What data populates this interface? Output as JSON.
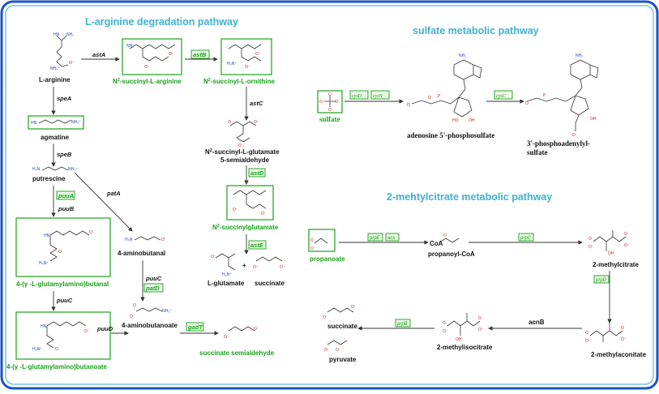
{
  "titles": {
    "arginine": "L-arginine degradation pathway",
    "sulfate": "sulfate metabolic pathway",
    "methylcitrate": "2-mehtylcitrate metabolic pathway"
  },
  "arginine": {
    "l_arginine": "L-arginine",
    "succinyl_arginine_prefix": "N",
    "succinyl_arginine_sup": "2",
    "succinyl_arginine_suffix": "-succinyl-L-arginine",
    "succinyl_ornithine_prefix": "N",
    "succinyl_ornithine_sup": "2",
    "succinyl_ornithine_suffix": "-succinyl-L-ornithine",
    "succinyl_glutamate_line1_prefix": "N",
    "succinyl_glutamate_line1_sup": "2",
    "succinyl_glutamate_line1_suffix": "-succinyl-L-glutamate",
    "succinyl_glutamate_line2": "5-semialdehyde",
    "succinylglutamate_prefix": "N",
    "succinylglutamate_sup": "2",
    "succinylglutamate_suffix": "-succinylglutamate",
    "l_glutamate": "L-glutamate",
    "plus": "+",
    "succinate": "succinate",
    "agmatine": "agmatine",
    "putrescine": "putrescine",
    "glutamylamino_butanal": "4-(γ -L-glutamylamino)butanal",
    "glutamylamino_butanoate": "4-(γ -L-glutamylamino)butanoate",
    "aminobutanal": "4-aminobutanal",
    "aminobutanoate": "4-aminobutanoate",
    "succinate_semialdehyde": "succinate semialdehyde",
    "enzymes": {
      "astA": "astA",
      "astB": "astB",
      "astC": "astC",
      "astD": "astD",
      "astE": "astE",
      "speA": "speA",
      "speB": "speB",
      "puuA": "puuA",
      "puuB": "puuB",
      "puuC_left": "puuC",
      "patA": "patA",
      "puuC_right": "puuC",
      "patD": "patD",
      "puuD": "puuD",
      "gadT": "gadT"
    }
  },
  "sulfate": {
    "sulfate": "sulfate",
    "aps": "adenosine 5'-phosphosulfate",
    "paps_line1": "3'-phosphoadenylyl-",
    "paps_line2": "sulfate",
    "enzymes": {
      "cysD": "cysD",
      "cysN": "cysN",
      "cysC": "cysC"
    }
  },
  "methylcitrate": {
    "propanoate": "propanoate",
    "propanoyl_coa": "propanoyl-CoA",
    "coa": "CoA",
    "methylcitrate": "2-methylcitrate",
    "methylaconitate": "2-methylaconitate",
    "methylisocitrate": "2-methylisocitrate",
    "succinate": "succinate",
    "pyruvate": "pyruvate",
    "enzymes": {
      "prpE": "prpE",
      "acs": "acs",
      "prpC": "prpC",
      "prpD": "prpD",
      "acnB": "acnB",
      "prpB": "prpB"
    }
  },
  "colors": {
    "title": "#3fb0d2",
    "product_green": "#19a219",
    "frame_blue": "#1a55c4"
  }
}
